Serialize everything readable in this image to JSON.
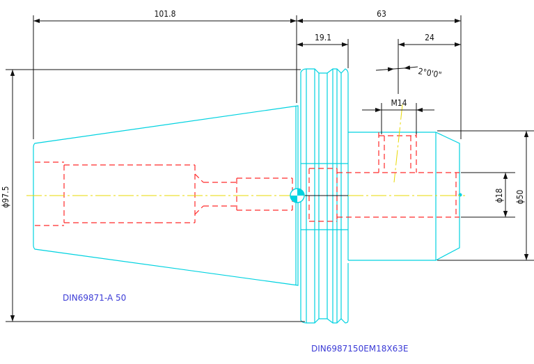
{
  "colors": {
    "body_outline": "#00d2e0",
    "hidden_lines": "#ff2a2a",
    "center_line": "#e8d800",
    "dimension": "#111111",
    "label": "#3b3bd6"
  },
  "dimensions": {
    "overall_taper_length": "101.8",
    "shank_length": "63",
    "flange_width": "19.1",
    "screw_offset": "24",
    "angle": "2°0'0\"",
    "thread": "M14",
    "bore_diameter": "ϕ18",
    "shank_diameter": "ϕ50",
    "flange_diameter": "ϕ97.5"
  },
  "labels": {
    "taper_designation": "DIN69871-A 50",
    "part_designation": "DIN6987150EM18X63E"
  }
}
